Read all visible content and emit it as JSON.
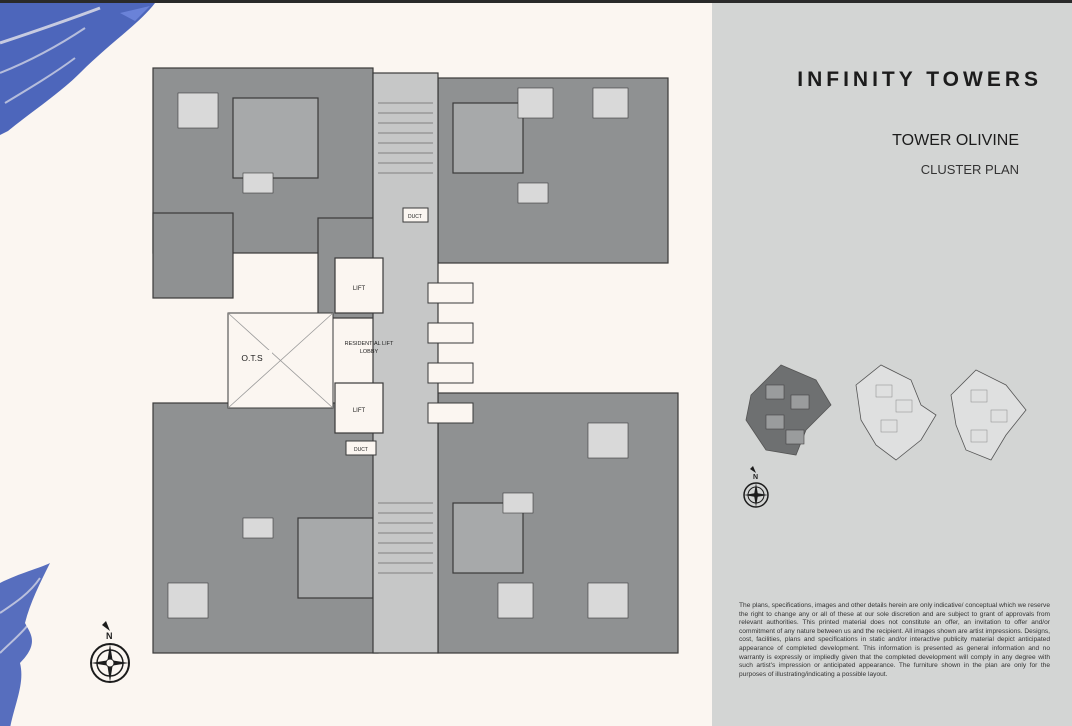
{
  "header": {
    "project_title": "INFINITY TOWERS",
    "tower_name": "TOWER OLIVINE",
    "plan_type": "CLUSTER PLAN"
  },
  "plan_labels": {
    "ots": "O.T.S",
    "lift": "LIFT",
    "lobby_line1": "RESIDENTIAL LIFT",
    "lobby_line2": "LOBBY",
    "duct": "DUCT"
  },
  "disclaimer": "The plans, specifications, images and other details herein are only indicative/ conceptual which we reserve the right to change any or all of these at our sole discretion and are subject to grant of approvals from relevant authorities. This printed material does not constitute an offer, an invitation to offer and/or commitment of any nature between us and the recipient. All images shown are artist impressions. Designs, cost, facilities, plans and specifications in static and/or interactive publicity material depict anticipated appearance of completed development. This information is presented as general information and no warranty is expressly or impliedly given that the completed development will comply in any degree with such artist's impression or anticipated appearance. The furniture shown in the plan are only for the purposes of illustrating/indicating a possible layout.",
  "colors": {
    "panel_grey": "#d3d5d4",
    "page_cream": "#fbf6f1",
    "room_grey": "#8f9192",
    "wall_dark": "#3a3a3a",
    "brush_blue": "#3a56b5"
  },
  "icons": {
    "compass": "compass-rose-icon",
    "north_arrow": "north-arrow-icon"
  }
}
